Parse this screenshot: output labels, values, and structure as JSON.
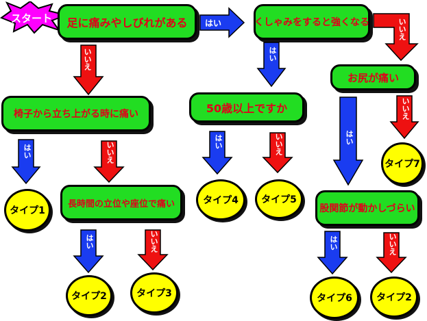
{
  "start": {
    "label": "スタート"
  },
  "questions": {
    "q1": "足に痛みやしびれがある",
    "q2": "くしゃみをすると強くなる",
    "q3": "お尻が痛い",
    "q4": "椅子から立ち上がる時に痛い",
    "q5": "50歳以上ですか",
    "q6": "長時間の立位や座位で痛い",
    "q7": "股関節が動かしづらい"
  },
  "answers": {
    "yes": "はい",
    "no": "いいえ"
  },
  "results": {
    "t1": "タイプ1",
    "t2a": "タイプ2",
    "t3": "タイプ3",
    "t4": "タイプ4",
    "t5": "タイプ5",
    "t6": "タイプ6",
    "t2b": "タイプ2",
    "t7": "タイプ7"
  },
  "colors": {
    "box": "#22dd22",
    "question_text": "#e0001a",
    "result": "#ffff00",
    "yes": "#1a3cf0",
    "no": "#ee1111"
  }
}
